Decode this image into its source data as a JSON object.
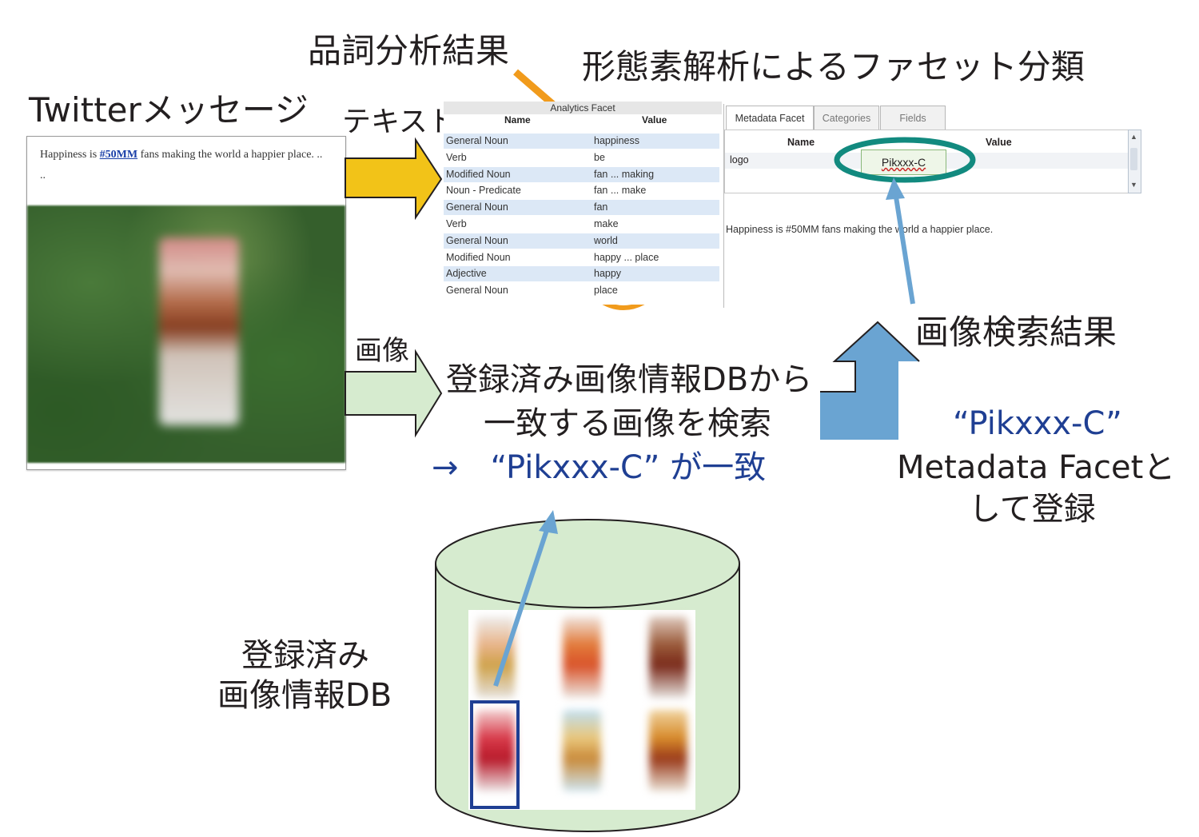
{
  "labels": {
    "pos_result": "品詞分析結果",
    "morph_facet": "形態素解析によるファセット分類",
    "twitter_message": "Twitterメッセージ",
    "text": "テキスト",
    "image": "画像",
    "search_line1": "登録済み画像情報DBから",
    "search_line2": "一致する画像を検索",
    "match_result": "→　“Pikxxx-C” が一致",
    "image_search_result": "画像検索結果",
    "register_line1": "“Pikxxx-C”",
    "register_line2": "Metadata Facetと",
    "register_line3": "して登録",
    "db_line1": "登録済み",
    "db_line2": "画像情報DB"
  },
  "tweet": {
    "text_before": "Happiness is ",
    "hashtag": "#50MM",
    "text_after": " fans making the world a happier place. ..",
    "trailing": ".."
  },
  "facet_table": {
    "title": "Analytics Facet",
    "columns": [
      "Name",
      "Value"
    ],
    "rows": [
      {
        "name": "General Noun",
        "value": "happiness"
      },
      {
        "name": "Verb",
        "value": "be"
      },
      {
        "name": "Modified Noun",
        "value": "fan ... making"
      },
      {
        "name": "Noun - Predicate",
        "value": "fan ... make"
      },
      {
        "name": "General Noun",
        "value": "fan"
      },
      {
        "name": "Verb",
        "value": "make"
      },
      {
        "name": "General Noun",
        "value": "world"
      },
      {
        "name": "Modified Noun",
        "value": "happy ... place"
      },
      {
        "name": "Adjective",
        "value": "happy"
      },
      {
        "name": "General Noun",
        "value": "place"
      }
    ]
  },
  "metadata_panel": {
    "tabs": [
      "Metadata Facet",
      "Categories",
      "Fields"
    ],
    "columns": [
      "Name",
      "Value"
    ],
    "row_name": "logo",
    "row_value": "Pikxxx-C",
    "message": "Happiness is #50MM fans making the world a happier place."
  },
  "colors": {
    "yellow_arrow": "#f2c318",
    "green_arrow": "#d6ebcf",
    "blue_arrow": "#6aa4d2",
    "orange": "#f19b1c",
    "teal": "#128a7f",
    "blue_text": "#1f3f93",
    "db_fill": "#d6ebcf"
  }
}
